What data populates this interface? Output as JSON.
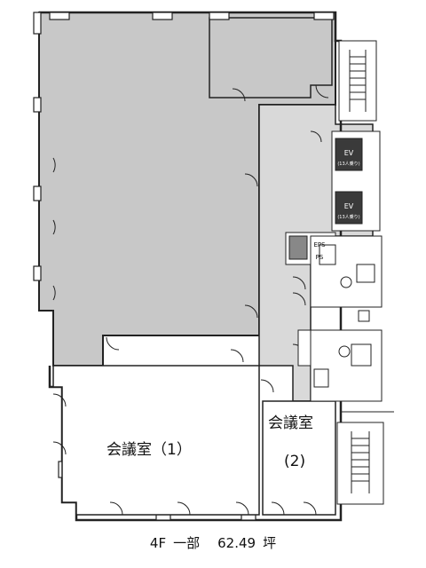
{
  "title": {
    "floor": "4F",
    "section": "一部",
    "area": "62.49",
    "unit": "坪"
  },
  "rooms": {
    "meeting_room_1": "会議室（1）",
    "meeting_room_2_line1": "会議室",
    "meeting_room_2_line2": "(2)"
  },
  "core_labels": {
    "ev_1": "EV",
    "ev_1_sub": "(13人乗り)",
    "ev_2": "EV",
    "ev_2_sub": "(13人乗り)",
    "eps": "EPS",
    "ps": "PS"
  },
  "colors": {
    "office_fill": "#c8c8c8",
    "corridor_fill": "#d9d9d9",
    "wall": "#222222",
    "ev_fill": "#3a3a3a"
  }
}
